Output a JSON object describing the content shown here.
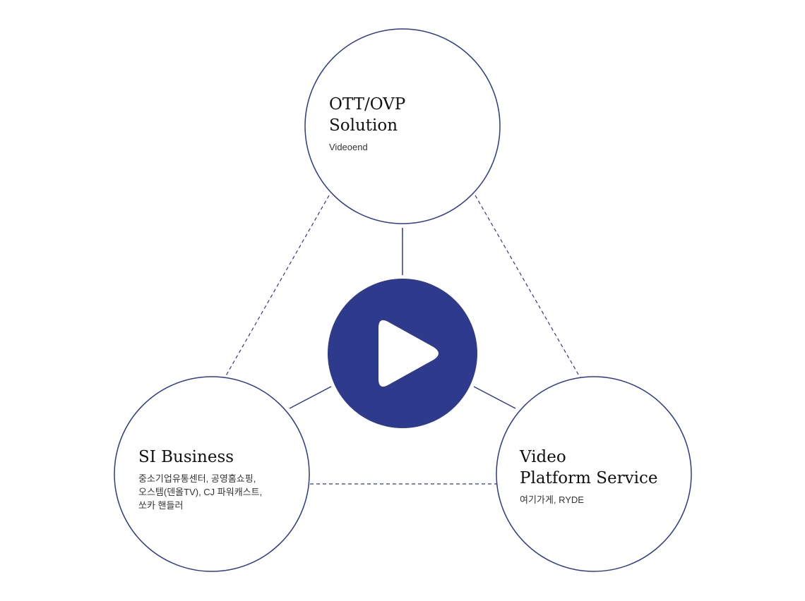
{
  "colors": {
    "accent": "#2e3a8c",
    "line": "#2e3a8c",
    "text": "#111111"
  },
  "center": {
    "icon": "play-icon"
  },
  "nodes": {
    "ott": {
      "title_line1": "OTT/OVP",
      "title_line2": "Solution",
      "sub_line1": "Videoend"
    },
    "si": {
      "title_line1": "SI Business",
      "sub_line1": "중소기업유통센터, 공영홈쇼핑,",
      "sub_line2": "오스템(덴올TV), CJ 파워캐스트,",
      "sub_line3": "쏘카 핸들러"
    },
    "vps": {
      "title_line1": "Video",
      "title_line2": "Platform Service",
      "sub_line1": "여기가게, RYDE"
    }
  }
}
